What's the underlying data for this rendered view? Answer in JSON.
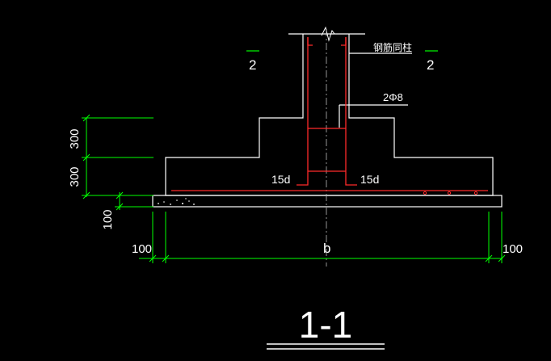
{
  "drawing": {
    "section_title": "1-1",
    "callouts": {
      "column_rebar": "钢筋同柱",
      "stirrup": "2Φ8",
      "anchor_left": "15d",
      "anchor_right": "15d",
      "section_mark_left": "2",
      "section_mark_right": "2"
    },
    "dimensions": {
      "step_upper": "300",
      "step_lower": "300",
      "cushion_thickness": "100",
      "cushion_offset_left": "100",
      "width": "b",
      "cushion_offset_right": "100"
    },
    "colors": {
      "background": "#000000",
      "outline": "#ffffff",
      "rebar": "#ff2a2a",
      "dimension": "#00ff00",
      "text": "#ffffff"
    }
  }
}
